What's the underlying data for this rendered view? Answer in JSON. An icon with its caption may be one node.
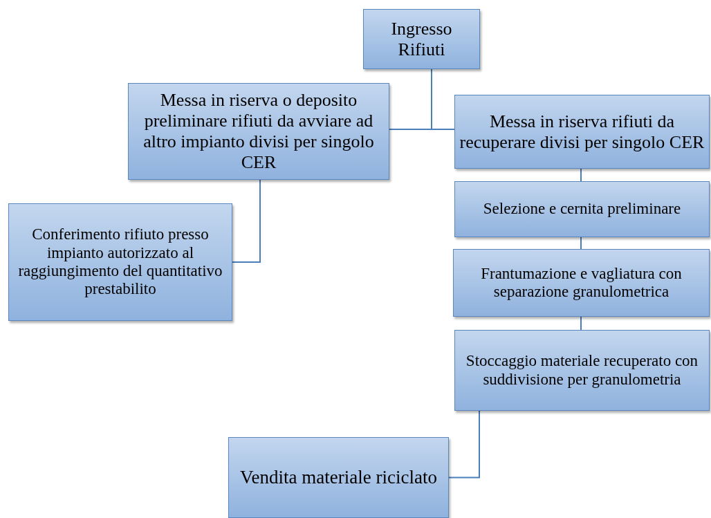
{
  "diagram": {
    "nodes": [
      {
        "text": [
          "Ingresso Rifiuti"
        ]
      },
      {
        "text": [
          "Messa in riserva o deposito preliminare rifiuti da avviare ad altro impianto divisi per singolo CER"
        ]
      },
      {
        "text": [
          "Messa in riserva rifiuti da recuperare divisi per singolo CER"
        ]
      },
      {
        "text": [
          "Conferimento rifiuto presso impianto autorizzato al raggiungimento del quantitativo prestabilito"
        ]
      },
      {
        "text": [
          "Selezione e cernita preliminare"
        ]
      },
      {
        "text": [
          "Frantumazione e vagliatura con separazione granulometrica"
        ]
      },
      {
        "text": [
          "Stoccaggio materiale recuperato con suddivisione per granulometria"
        ]
      },
      {
        "text": [
          "Vendita materiale riciclato"
        ]
      }
    ],
    "edges": [
      {
        "from": 0,
        "to": 1,
        "arrow": "none"
      },
      {
        "from": 0,
        "to": 2,
        "arrow": "none"
      },
      {
        "from": 1,
        "to": 3,
        "arrow": "none"
      },
      {
        "from": 2,
        "to": 4,
        "arrow": "none"
      },
      {
        "from": 4,
        "to": 5,
        "arrow": "none"
      },
      {
        "from": 5,
        "to": 6,
        "arrow": "none"
      },
      {
        "from": 6,
        "to": 7,
        "arrow": "none"
      }
    ]
  }
}
